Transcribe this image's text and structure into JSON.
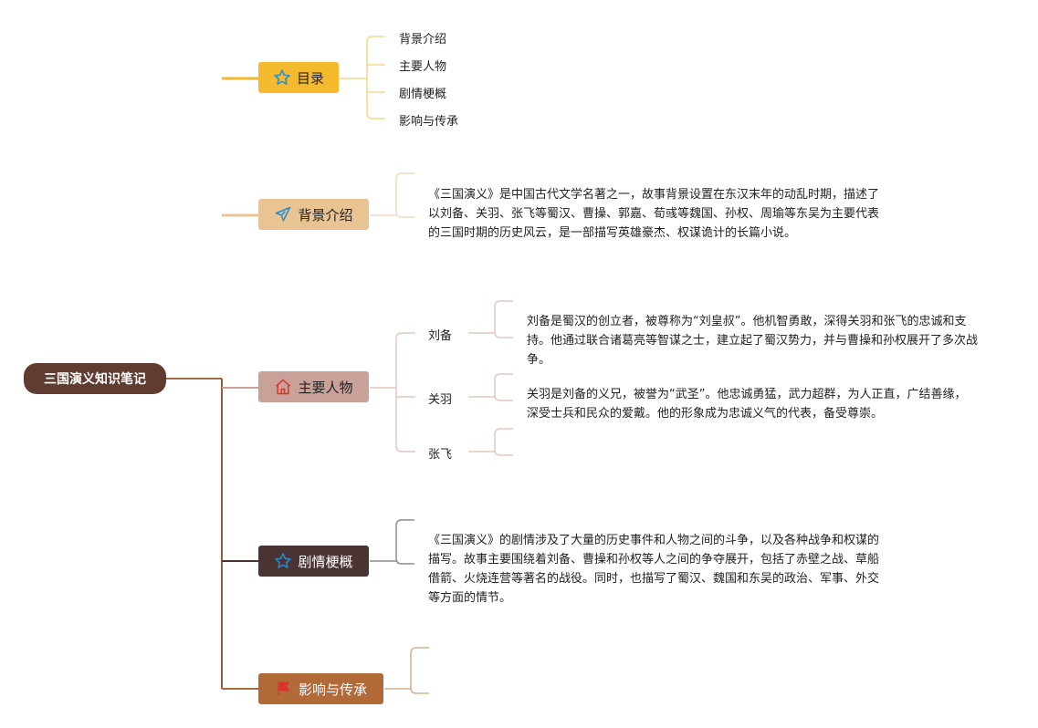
{
  "root": {
    "label": "三国演义知识笔记"
  },
  "topics": {
    "mulu": {
      "label": "目录",
      "icon": "star-icon",
      "items": [
        "背景介绍",
        "主要人物",
        "剧情梗概",
        "影响与传承"
      ]
    },
    "beijing": {
      "label": "背景介绍",
      "icon": "paper-plane-icon",
      "text": "《三国演义》是中国古代文学名著之一，故事背景设置在东汉末年的动乱时期，描述了以刘备、关羽、张飞等蜀汉、曹操、郭嘉、荀彧等魏国、孙权、周瑜等东吴为主要代表的三国时期的历史风云，是一部描写英雄豪杰、权谋诡计的长篇小说。"
    },
    "renwu": {
      "label": "主要人物",
      "icon": "house-icon",
      "characters": [
        {
          "name": "刘备",
          "text": "刘备是蜀汉的创立者，被尊称为“刘皇叔”。他机智勇敢，深得关羽和张飞的忠诚和支持。他通过联合诸葛亮等智谋之士，建立起了蜀汉势力，并与曹操和孙权展开了多次战争。"
        },
        {
          "name": "关羽",
          "text": "关羽是刘备的义兄，被誉为“武圣”。他忠诚勇猛，武力超群，为人正直，广结善缘，深受士兵和民众的爱戴。他的形象成为忠诚义气的代表，备受尊崇。"
        },
        {
          "name": "张飞",
          "text": ""
        }
      ]
    },
    "juqing": {
      "label": "剧情梗概",
      "icon": "star-icon",
      "text": "《三国演义》的剧情涉及了大量的历史事件和人物之间的斗争，以及各种战争和权谋的描写。故事主要围绕着刘备、曹操和孙权等人之间的争夺展开，包括了赤壁之战、草船借箭、火烧连营等著名的战役。同时，也描写了蜀汉、魏国和东吴的政治、军事、外交等方面的情节。"
    },
    "yingxiang": {
      "label": "影响与传承",
      "icon": "flag-icon",
      "text": ""
    }
  },
  "colors": {
    "root": "#5f3b30",
    "mulu": "#f5b92e",
    "beijing": "#e9c391",
    "renwu": "#c9a198",
    "juqing": "#4a3333",
    "yingxiang": "#b16a38",
    "icon_blue": "#2a8bc9",
    "icon_red": "#d9342b"
  }
}
